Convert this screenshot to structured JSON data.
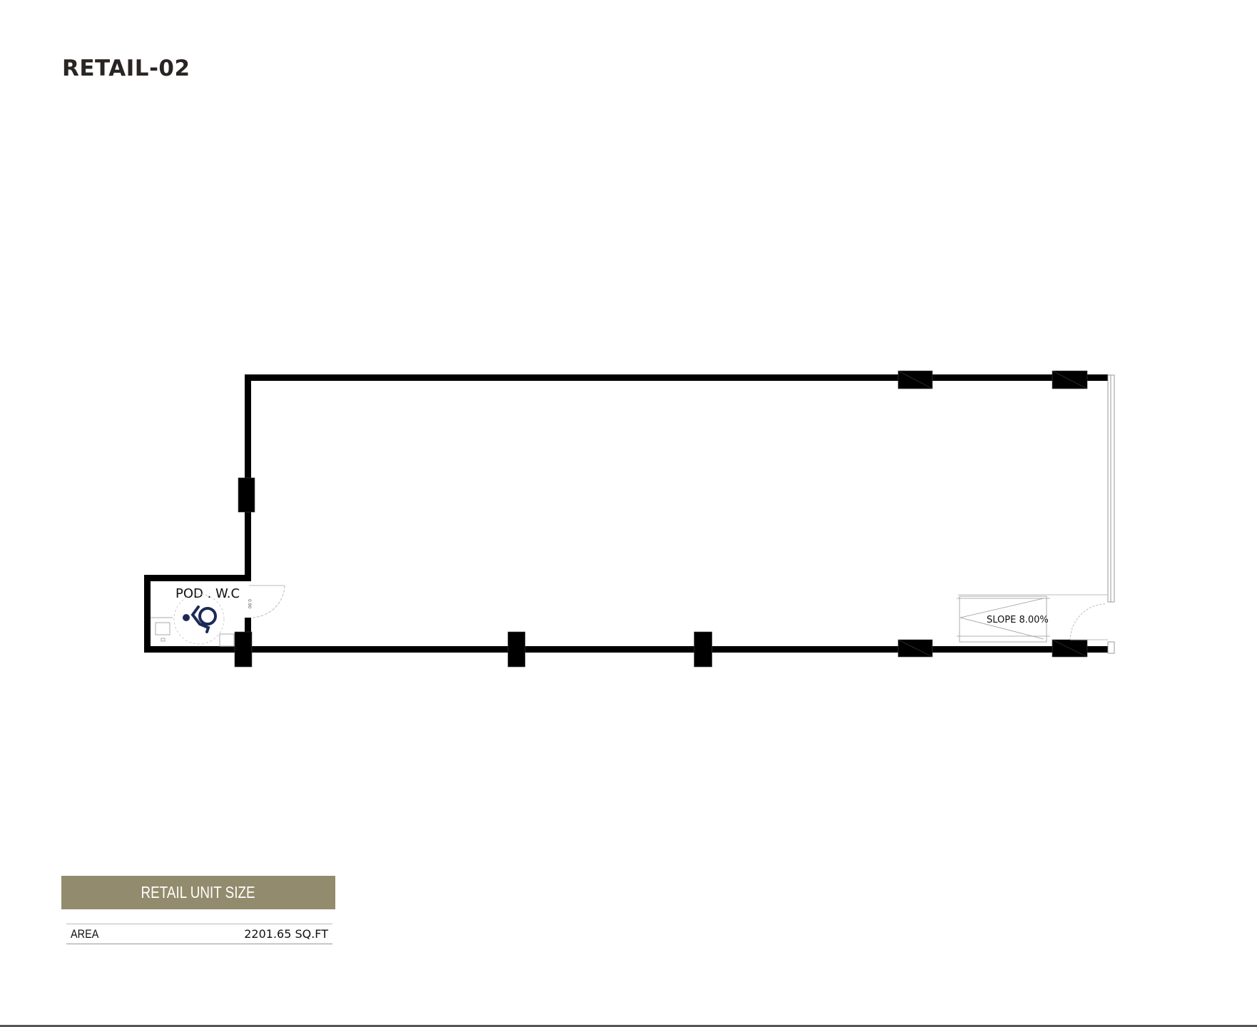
{
  "title": "RETAIL-02",
  "plan": {
    "wc_label": "POD . W.C",
    "door_label": "0.90",
    "ramp_label": "SLOPE 8.00%",
    "icons": [
      "wheelchair-icon"
    ],
    "colors": {
      "wall": "#000000",
      "accessible_icon": "#1c2a57"
    }
  },
  "unit_table": {
    "header": "RETAIL UNIT SIZE",
    "header_color": "#938b6d",
    "rows": [
      {
        "label": "AREA",
        "value": "2201.65 SQ.FT"
      }
    ]
  }
}
